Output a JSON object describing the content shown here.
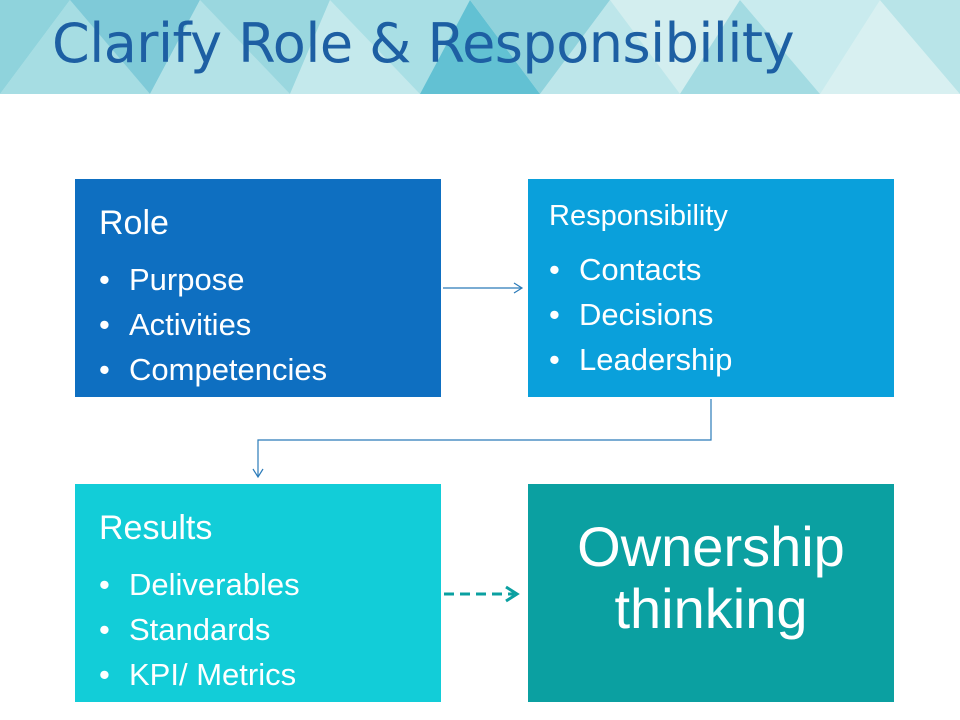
{
  "title": "Clarify Role & Responsibility",
  "colors": {
    "title": "#1d5fa3",
    "role_box": "#0e6fc1",
    "responsibility_box": "#0aa0db",
    "results_box": "#12cdd8",
    "ownership_box": "#0ba0a1",
    "connector": "#2b7bb9",
    "dashed_connector": "#0ba0a1"
  },
  "boxes": {
    "role": {
      "heading": "Role",
      "items": [
        "Purpose",
        "Activities",
        "Competencies"
      ]
    },
    "responsibility": {
      "heading": "Responsibility",
      "items": [
        "Contacts",
        "Decisions",
        "Leadership"
      ]
    },
    "results": {
      "heading": "Results",
      "items": [
        "Deliverables",
        "Standards",
        "KPI/ Metrics"
      ]
    },
    "ownership": {
      "line1": "Ownership",
      "line2": "thinking"
    }
  },
  "bullet": "•"
}
